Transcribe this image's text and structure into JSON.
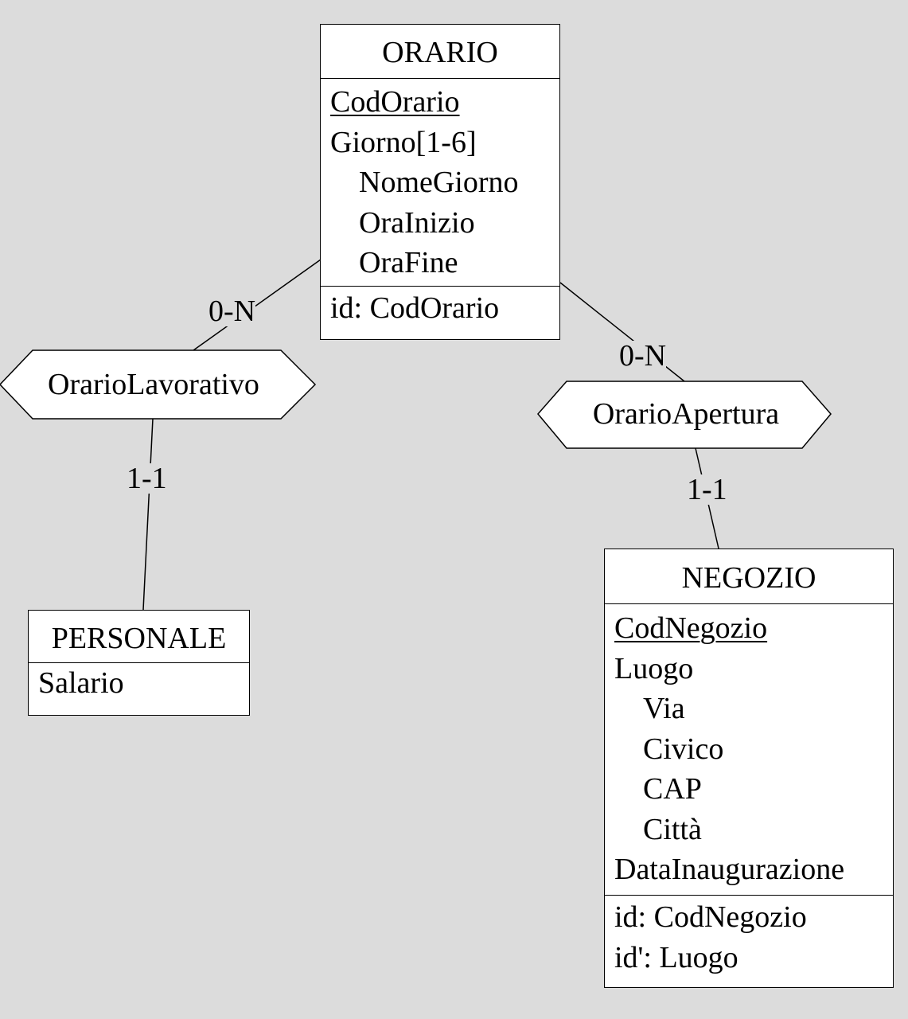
{
  "entities": {
    "orario": {
      "title": "ORARIO",
      "attributes": [
        {
          "label": "CodOrario",
          "underlined": true
        },
        {
          "label": "Giorno[1-6]"
        },
        {
          "label": "NomeGiorno"
        },
        {
          "label": "OraInizio"
        },
        {
          "label": "OraFine"
        }
      ],
      "identifiers": [
        "id: CodOrario"
      ]
    },
    "personale": {
      "title": "PERSONALE",
      "attributes": [
        {
          "label": "Salario"
        }
      ]
    },
    "negozio": {
      "title": "NEGOZIO",
      "attributes": [
        {
          "label": "CodNegozio",
          "underlined": true
        },
        {
          "label": "Luogo"
        },
        {
          "label": "Via"
        },
        {
          "label": "Civico"
        },
        {
          "label": "CAP"
        },
        {
          "label": "Città"
        },
        {
          "label": "DataInaugurazione"
        }
      ],
      "identifiers": [
        "id: CodNegozio",
        "id': Luogo"
      ]
    }
  },
  "relationships": {
    "orario_lavorativo": {
      "label": "OrarioLavorativo",
      "card_orario": "0-N",
      "card_personale": "1-1"
    },
    "orario_apertura": {
      "label": "OrarioApertura",
      "card_orario": "0-N",
      "card_negozio": "1-1"
    }
  }
}
